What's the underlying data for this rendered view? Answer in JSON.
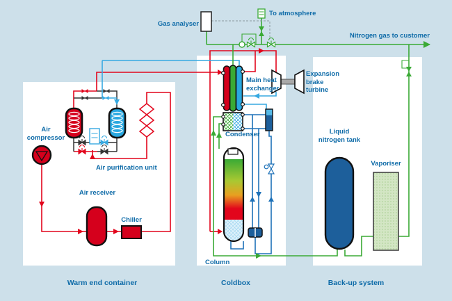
{
  "diagram": {
    "labels": {
      "gas_analyser": "Gas analyser",
      "to_atmosphere": "To atmosphere",
      "nitrogen_customer": "Nitrogen gas to customer",
      "air_compressor": "Air compressor",
      "air_purification_unit": "Air purification unit",
      "air_receiver": "Air receiver",
      "chiller": "Chiller",
      "main_heat_exchanger": "Main heat exchanger",
      "condenser": "Condenser",
      "column": "Column",
      "expansion_brake_turbine": "Expansion brake turbine",
      "liquid_nitrogen_tank": "Liquid nitrogen tank",
      "vaporiser": "Vaporiser"
    },
    "captions": {
      "warm_end": "Warm end container",
      "coldbox": "Coldbox",
      "backup": "Back-up system"
    },
    "colors": {
      "background": "#cde0ea",
      "panel": "#ffffff",
      "label_text": "#0e6ba8",
      "pipe_red": "#e2051c",
      "pipe_green": "#3aaa35",
      "pipe_cyan": "#36a9e1",
      "pipe_blue": "#1d71b8",
      "vessel_dark_blue": "#1d5f9b",
      "vaporiser_green": "#d3e6c4"
    }
  }
}
